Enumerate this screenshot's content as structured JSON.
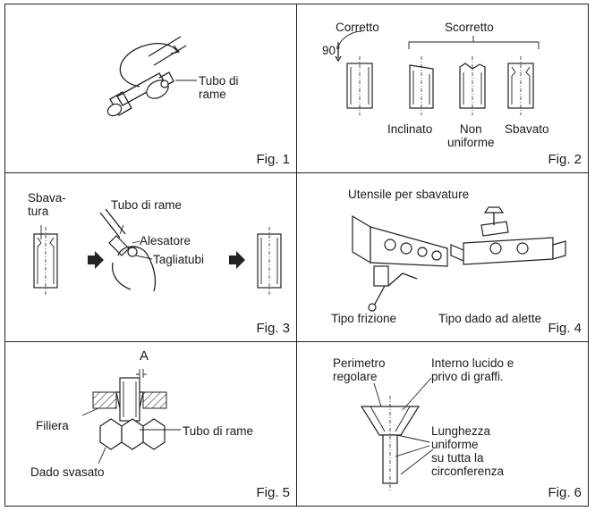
{
  "fig1": {
    "tube_label": "Tubo di\nrame",
    "caption": "Fig. 1"
  },
  "fig2": {
    "correct": "Corretto",
    "incorrect": "Scorretto",
    "angle": "90°",
    "inclined": "Inclinato",
    "uneven": "Non\nuniforme",
    "burred": "Sbavato",
    "caption": "Fig. 2"
  },
  "fig3": {
    "burr": "Sbava-\ntura",
    "tube": "Tubo di rame",
    "reamer": "Alesatore",
    "cutter": "Tagliatubi",
    "caption": "Fig. 3"
  },
  "fig4": {
    "title": "Utensile per sbavature",
    "friction": "Tipo frizione",
    "wingnut": "Tipo dado ad alette",
    "caption": "Fig. 4"
  },
  "fig5": {
    "a": "A",
    "die": "Filiera",
    "tube": "Tubo di rame",
    "nut": "Dado svasato",
    "caption": "Fig. 5"
  },
  "fig6": {
    "perimeter": "Perimetro\nregolare",
    "interior": "Interno lucido e\nprivo di graffi.",
    "length": "Lunghezza\nuniforme\nsu tutta la\ncirconferenza",
    "caption": "Fig. 6"
  }
}
